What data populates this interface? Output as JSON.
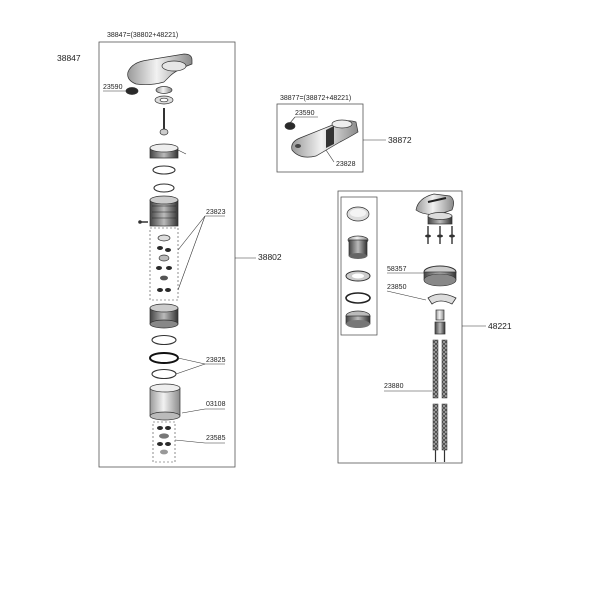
{
  "title_main": "38847",
  "set_main": "38847=(38802+48221)",
  "set_38877": "38877=(38872+48221)",
  "labels": {
    "p23590_a": "23590",
    "p23823": "23823",
    "p38802": "38802",
    "p23825": "23825",
    "p03108": "03108",
    "p23585": "23585",
    "p23590_b": "23590",
    "p23828": "23828",
    "p38872": "38872",
    "p58357": "58357",
    "p23850": "23850",
    "p48221": "48221",
    "p23880": "23880"
  },
  "colors": {
    "line": "#333333",
    "frame": "#555555",
    "metal": "#c8c8c8",
    "dark": "#3a3a3a"
  }
}
